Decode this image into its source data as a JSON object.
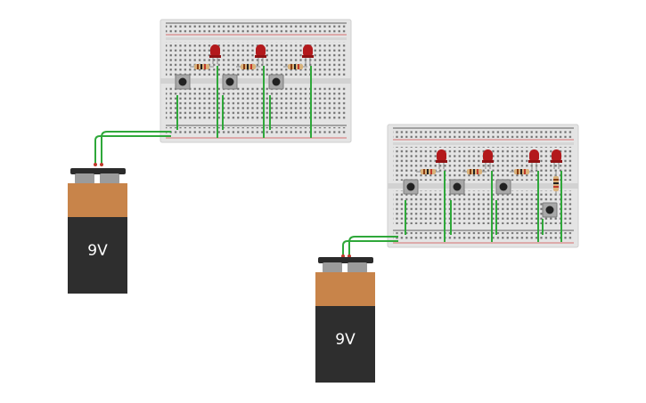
{
  "circuit_left": {
    "battery": {
      "label": "9V"
    },
    "pushbuttons": 3,
    "leds": 3,
    "resistors": 3
  },
  "circuit_right": {
    "battery": {
      "label": "9V"
    },
    "pushbuttons": 4,
    "leds": 4,
    "resistors": 4
  },
  "colors": {
    "wire": "#2fa83a",
    "led": "#b3191c",
    "battery_body": "#2e2e2e",
    "battery_band": "#c8844a",
    "breadboard": "#e4e4e4",
    "rail_red": "#d24b4b",
    "rail_black": "#333333"
  }
}
